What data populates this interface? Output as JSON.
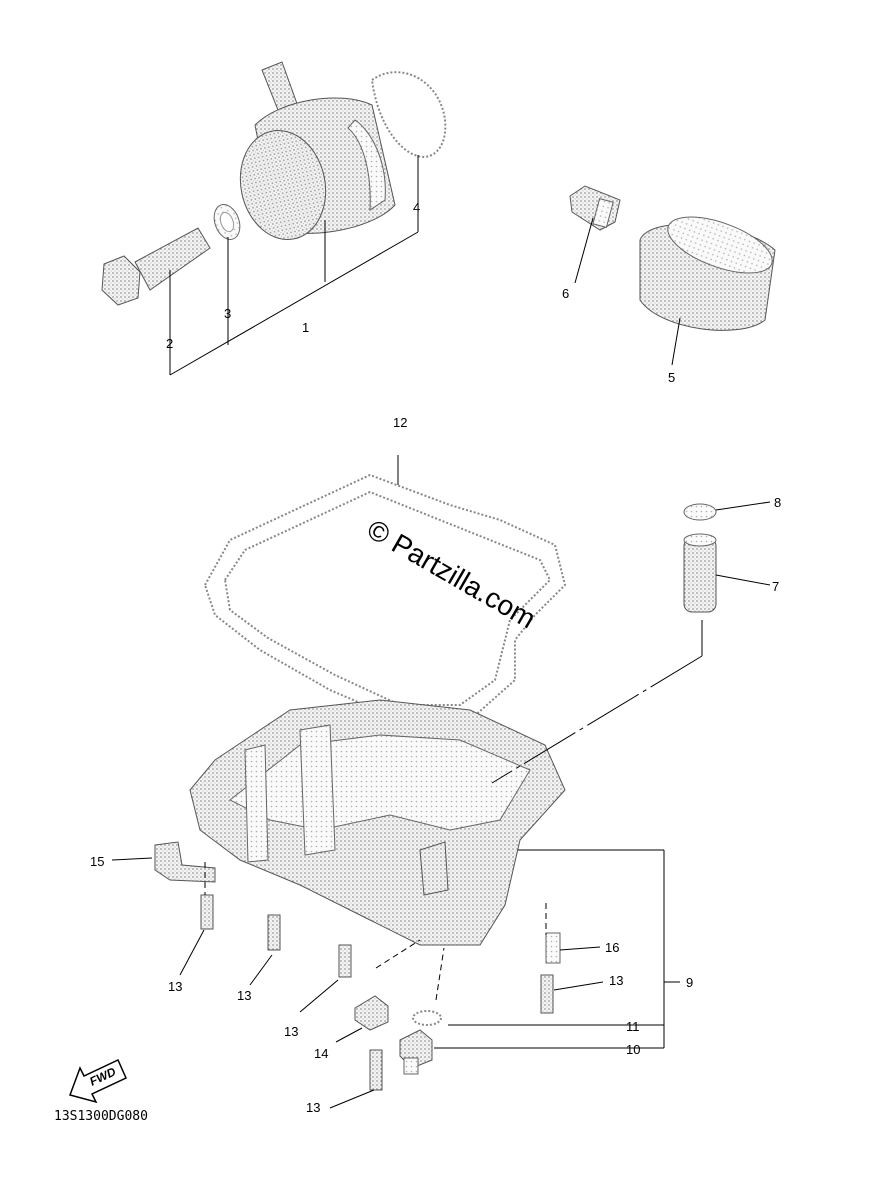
{
  "callouts": {
    "c1": "1",
    "c2": "2",
    "c3": "3",
    "c4": "4",
    "c5": "5",
    "c6": "6",
    "c7": "7",
    "c8": "8",
    "c9": "9",
    "c10": "10",
    "c11": "11",
    "c12": "12",
    "c13a": "13",
    "c13b": "13",
    "c13c": "13",
    "c13d": "13",
    "c13e": "13",
    "c14": "14",
    "c15": "15",
    "c16": "16"
  },
  "watermark": "© Partzilla.com",
  "fwd_label": "FWD",
  "diagram_code": "13S1300DG080"
}
